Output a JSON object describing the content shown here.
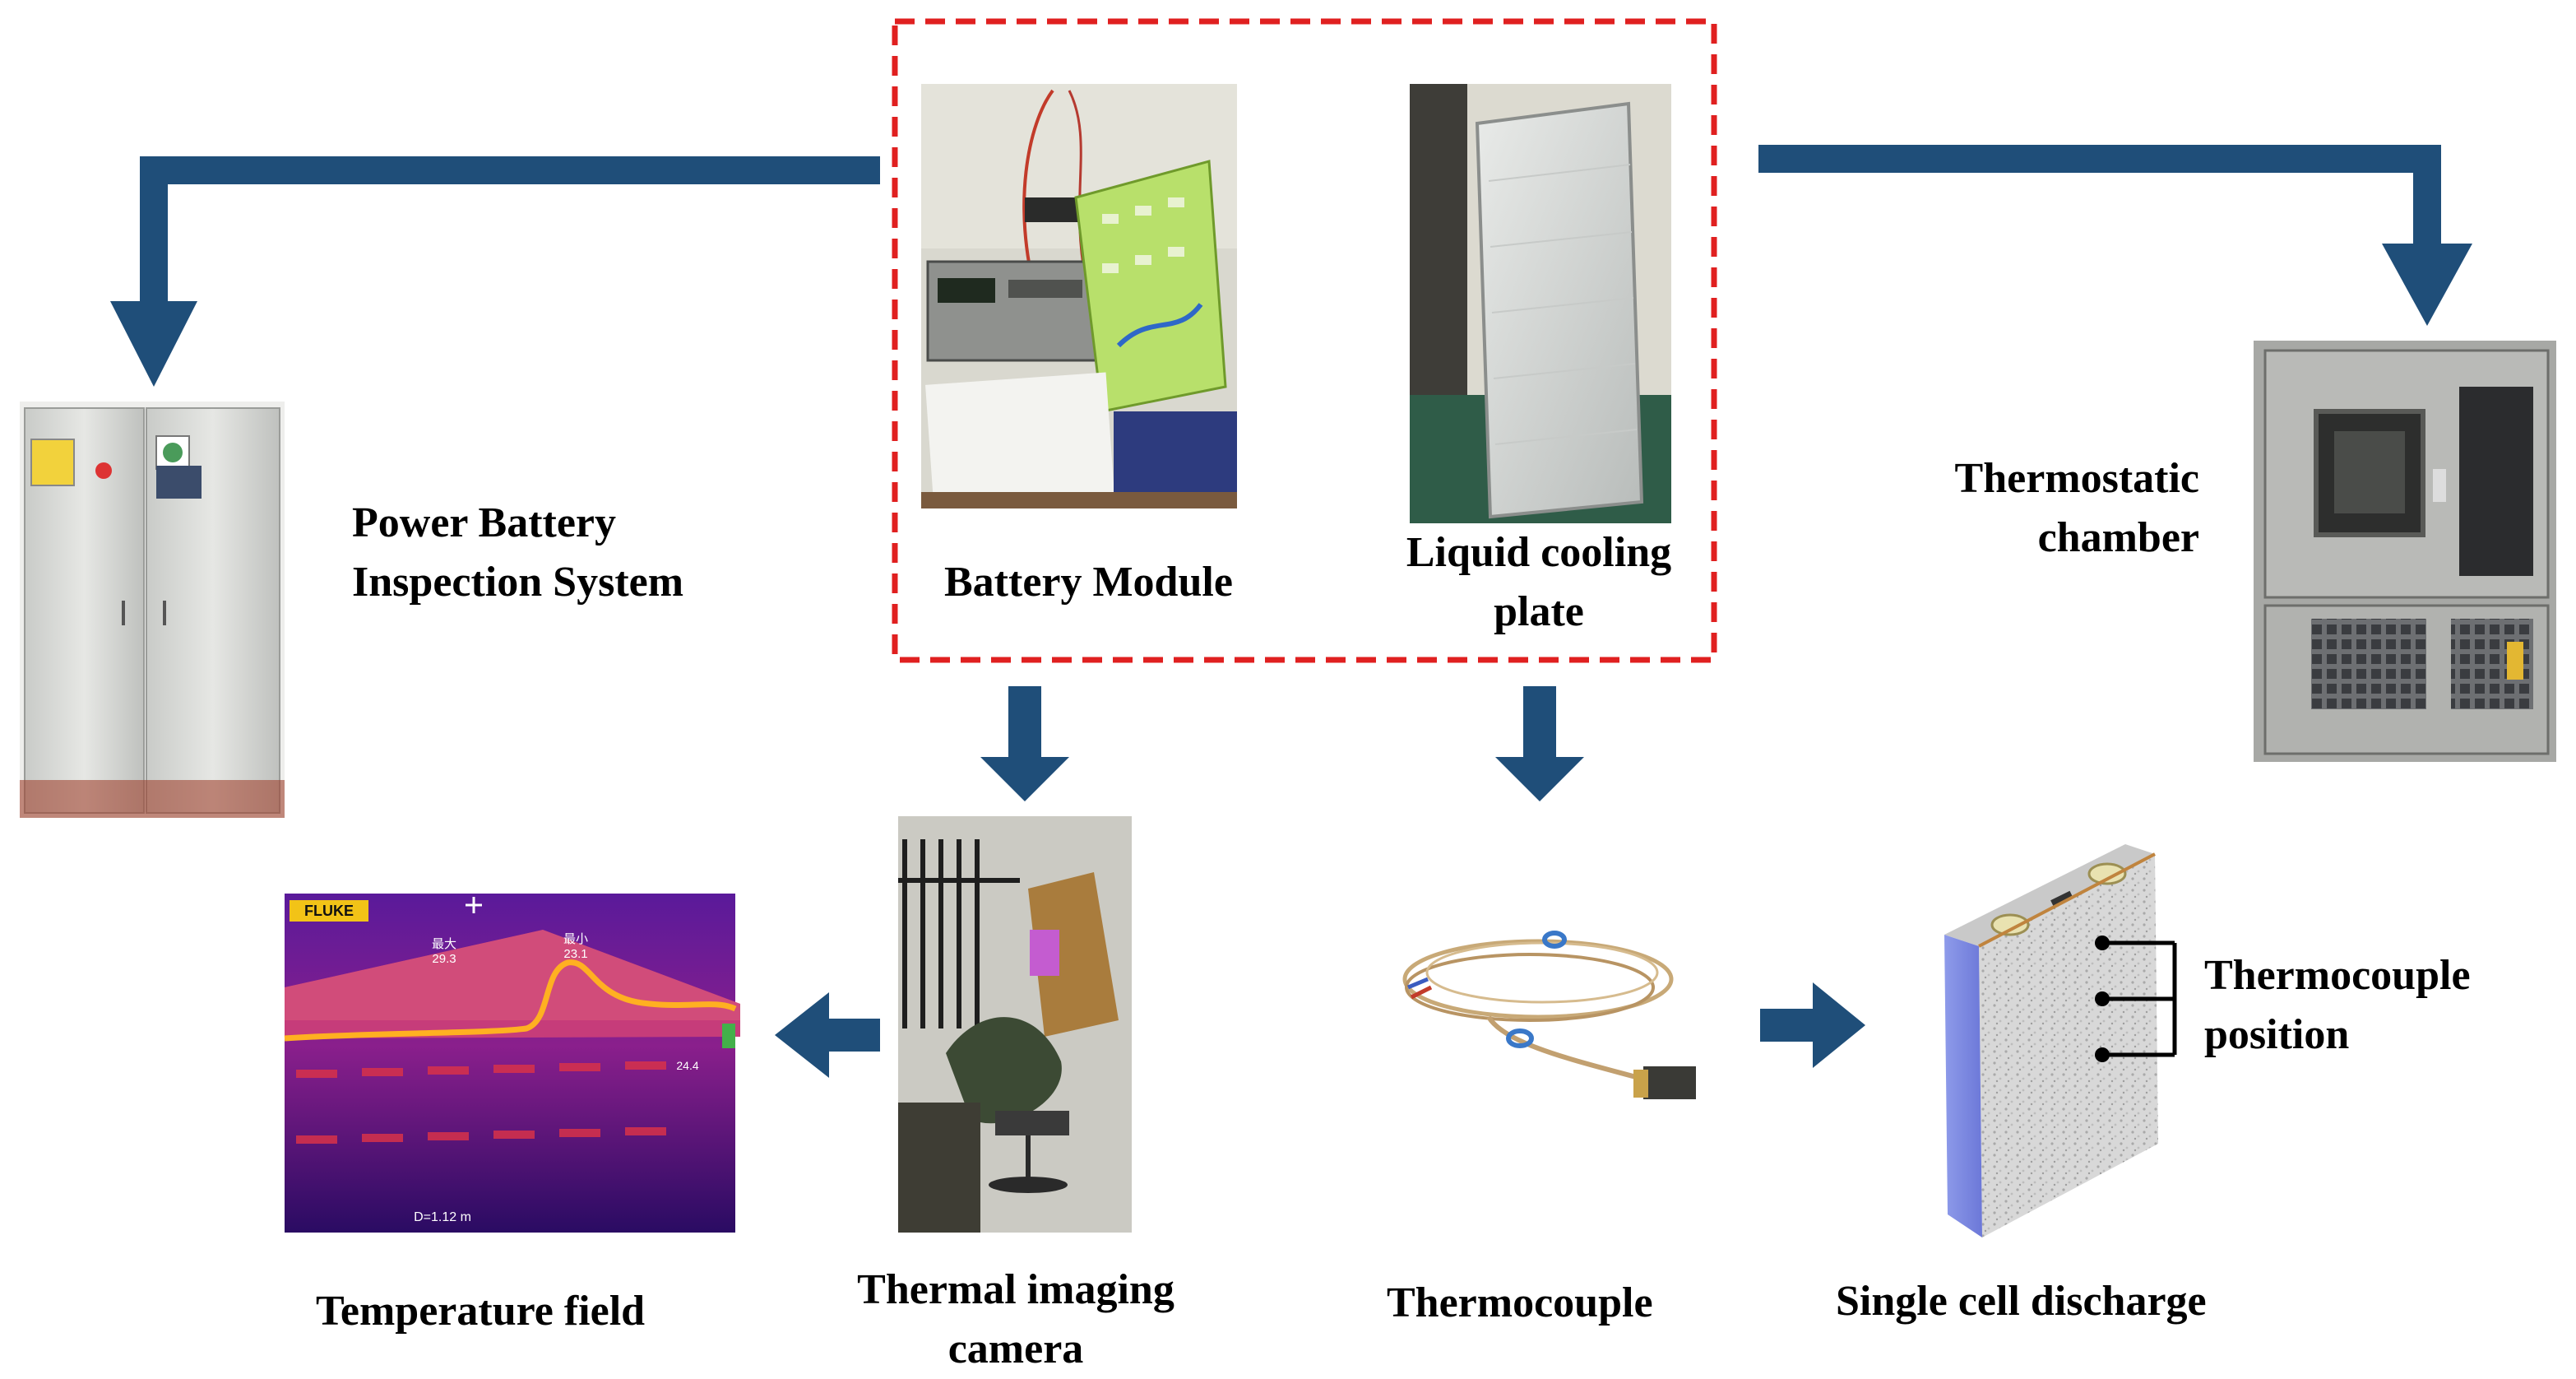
{
  "labels": {
    "power_battery": [
      "Power Battery",
      "Inspection System"
    ],
    "battery_module": "Battery Module",
    "liquid_cooling": [
      "Liquid cooling",
      "plate"
    ],
    "thermostatic": [
      "Thermostatic",
      "chamber"
    ],
    "temperature_field": "Temperature field",
    "thermal_camera": [
      "Thermal imaging",
      "camera"
    ],
    "thermocouple": "Thermocouple",
    "single_cell": "Single cell discharge",
    "thermocouple_position": [
      "Thermocouple",
      "position"
    ]
  },
  "thermal_image_text": {
    "brand": "FLUKE",
    "max_label": "最大",
    "max_value": "29.3",
    "min_label": "最小",
    "min_value": "23.1",
    "spot_value": "24.4",
    "distance": "D=1.12 m"
  },
  "colors": {
    "arrow": "#1f4e79",
    "dashed_box": "#e02020"
  }
}
